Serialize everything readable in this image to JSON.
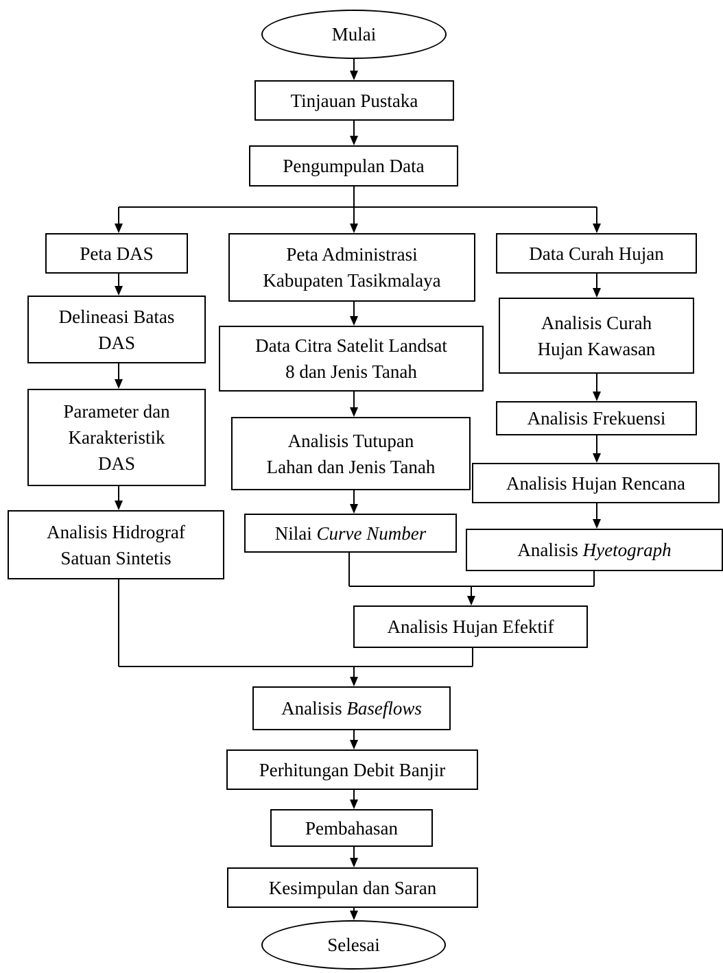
{
  "flowchart": {
    "start": "Mulai",
    "tinjauan": "Tinjauan Pustaka",
    "pengumpulan": "Pengumpulan Data",
    "left": {
      "peta_das": "Peta DAS",
      "delineasi": [
        "Delineasi Batas",
        "DAS"
      ],
      "parameter": [
        "Parameter dan",
        "Karakteristik",
        "DAS"
      ],
      "hidrograf": [
        "Analisis Hidrograf",
        "Satuan Sintetis"
      ]
    },
    "middle": {
      "peta_admin": [
        "Peta Administrasi",
        "Kabupaten Tasikmalaya"
      ],
      "citra": [
        "Data Citra Satelit Landsat",
        "8 dan Jenis Tanah"
      ],
      "tutupan": [
        "Analisis Tutupan",
        "Lahan dan Jenis Tanah"
      ],
      "curve_number": {
        "prefix": "Nilai ",
        "italic": "Curve Number"
      }
    },
    "right": {
      "curah_hujan": "Data Curah Hujan",
      "curah_kawasan": [
        "Analisis Curah",
        "Hujan Kawasan"
      ],
      "frekuensi": "Analisis Frekuensi",
      "hujan_rencana": "Analisis Hujan Rencana",
      "hyetograph": {
        "prefix": "Analisis ",
        "italic": "Hyetograph"
      }
    },
    "hujan_efektif": "Analisis Hujan Efektif",
    "baseflows": {
      "prefix": "Analisis ",
      "italic": "Baseflows"
    },
    "debit": "Perhitungan Debit Banjir",
    "pembahasan": "Pembahasan",
    "kesimpulan": "Kesimpulan dan Saran",
    "end": "Selesai"
  }
}
